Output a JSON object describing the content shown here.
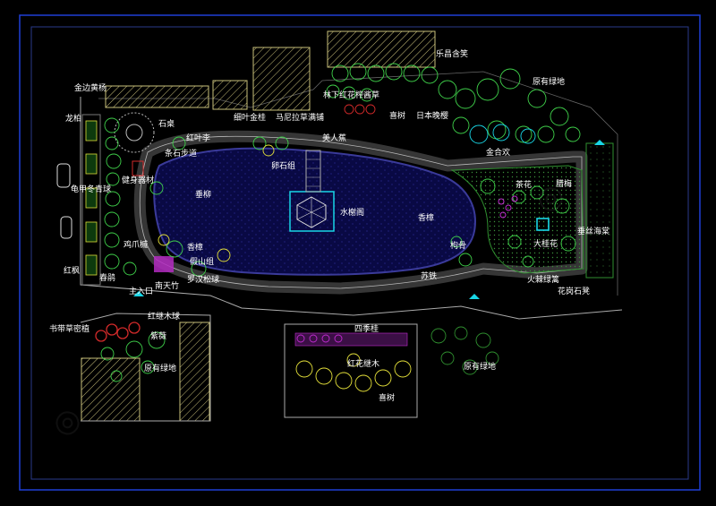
{
  "labels": {
    "lechang_hanxiao": "乐昌含笑",
    "yuanyou_lvdi_top": "原有绿地",
    "jinbian_huangyang": "金边黄杨",
    "longbai": "龙柏",
    "shizhuo": "石桌",
    "xiye_jinzhuang": "细叶金桂",
    "mani_lacao": "马尼拉草满铺",
    "linxia_hongh": "林下红花榨酱草",
    "xishu": "喜树",
    "riben_wanying": "日本晚樱",
    "hongye_li": "红叶李",
    "meiren_jiao": "美人蕉",
    "tiaoshi_budao": "条石步道",
    "luanshi_zu": "卵石组",
    "jinhe_huan": "金合欢",
    "guijia_dongqing": "龟甲冬青球",
    "jianshen_qicai": "健身器材",
    "chaohua": "茶花",
    "lamei": "腊梅",
    "chuiliu": "垂柳",
    "shuixie_ge": "水榭阁",
    "xiangzhang": "香樟",
    "da_guihua": "大桂花",
    "chuisi_haitang": "垂丝海棠",
    "gouggu": "枸骨",
    "jizhua_qi": "鸡爪槭",
    "xiangzhang2": "香樟",
    "jiashan_zu": "假山组",
    "hongfeng": "红枫",
    "chunjuan": "春鹃",
    "nantianzhu": "南天竹",
    "luohan_songqiu": "罗汉松球",
    "sutie": "苏铁",
    "huoji_lvli": "火棘绿篱",
    "huagangshi_deng": "花岗石凳",
    "zhu_rukou": "主入口",
    "shudai_cao": "书带草密植",
    "hongji_muqiu": "红继木球",
    "ziwei": "紫薇",
    "yuanyou_lvdi_left": "原有绿地",
    "sijigui": "四季桂",
    "hongh_jimu": "红花继木",
    "xishu2": "喜树",
    "yuanyou_lvdi_bottom": "原有绿地"
  },
  "colors": {
    "background": "#000000",
    "frame": "#1f3fd6",
    "water": "#0a0a46",
    "hatch": "#c9c07a",
    "path": "#9a9a9a",
    "tree_green": "#3fd14a",
    "hedge_green": "#2f8f2f",
    "cyan": "#18d6e6",
    "magenta": "#c12bd0",
    "red": "#d22a2a",
    "yellow": "#e6e23a",
    "white": "#ffffff"
  }
}
